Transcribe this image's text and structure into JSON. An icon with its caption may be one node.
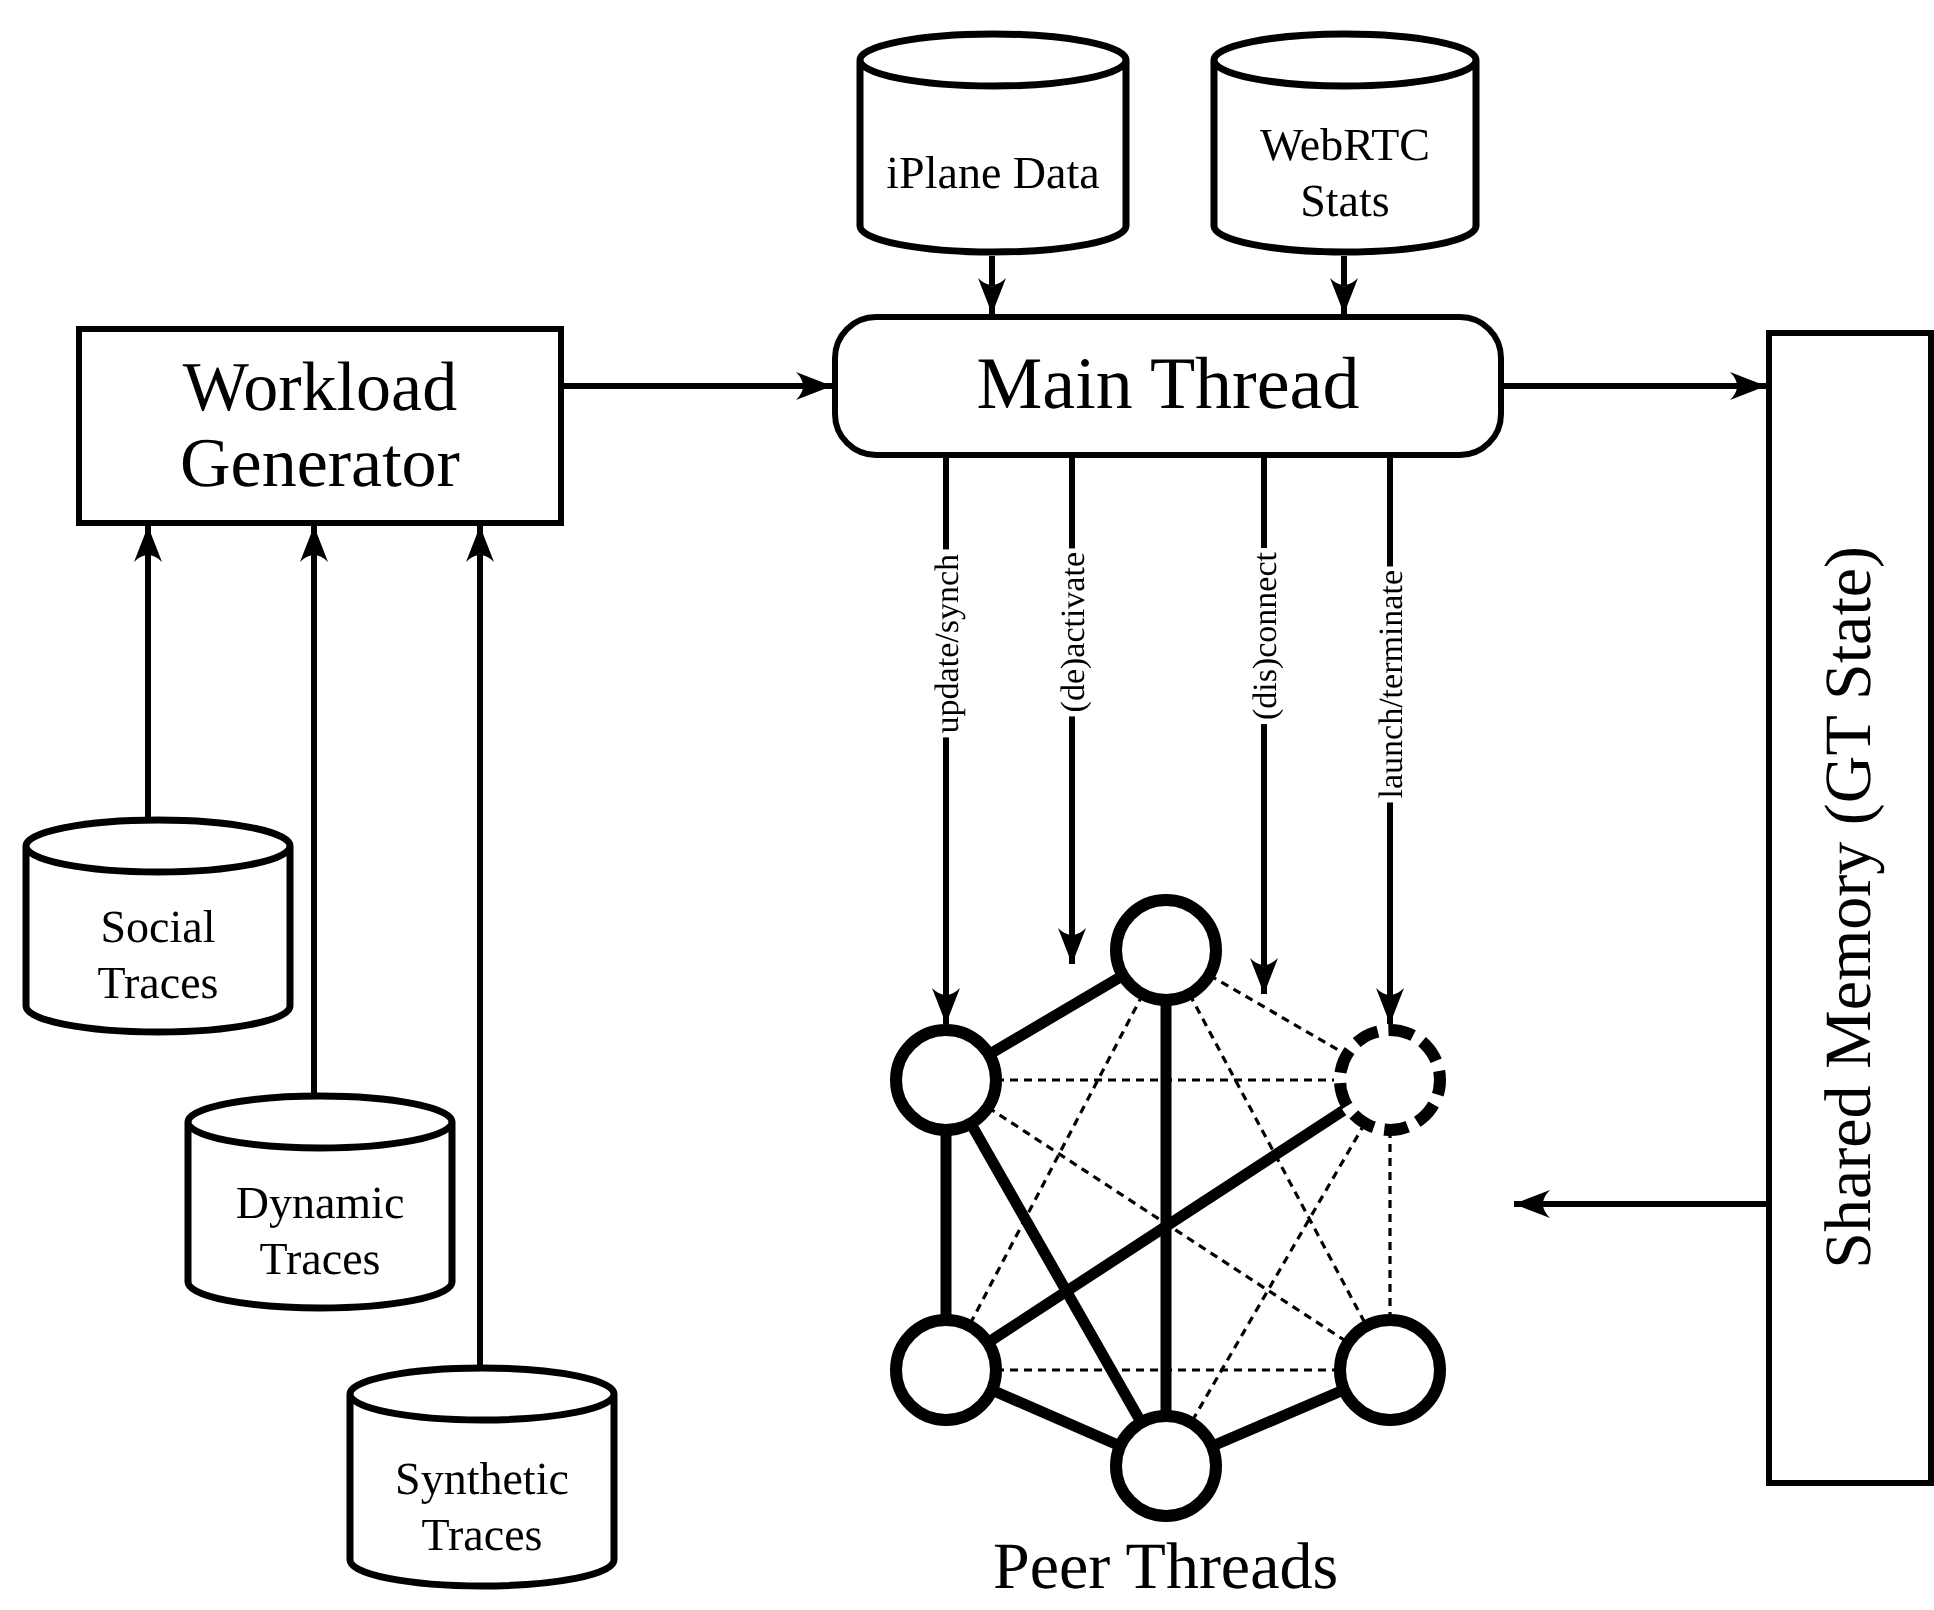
{
  "diagram": {
    "nodes": [
      {
        "text": [
          "iPlane Data"
        ]
      },
      {
        "text": [
          "WebRTC Stats"
        ]
      },
      {
        "text": [
          "Workload Generator"
        ]
      },
      {
        "text": [
          "Main Thread"
        ]
      },
      {
        "text": [
          "Shared Memory (GT State)"
        ]
      },
      {
        "text": [
          "Social Traces"
        ]
      },
      {
        "text": [
          "Dynamic Traces"
        ]
      },
      {
        "text": [
          "Synthetic Traces"
        ]
      },
      {
        "text": [],
        "shape": "circle"
      },
      {
        "text": [],
        "shape": "circle"
      },
      {
        "text": [],
        "shape": "circle"
      },
      {
        "text": [],
        "shape": "circle"
      },
      {
        "text": [],
        "shape": "circle"
      },
      {
        "text": [],
        "shape": "circle"
      }
    ],
    "edges": [
      {
        "from": 0,
        "to": 3,
        "arrow": "to"
      },
      {
        "from": 1,
        "to": 3,
        "arrow": "to"
      },
      {
        "from": 2,
        "to": 3,
        "arrow": "to"
      },
      {
        "from": 3,
        "to": 4,
        "arrow": "to"
      },
      {
        "from": 5,
        "to": 2,
        "arrow": "to"
      },
      {
        "from": 6,
        "to": 2,
        "arrow": "to"
      },
      {
        "from": 7,
        "to": 2,
        "arrow": "to"
      },
      {
        "from": 3,
        "to": 9,
        "arrow": "to",
        "label": "update/synch"
      },
      {
        "from": 3,
        "to": 8,
        "arrow": "to",
        "label": "(de)activate"
      },
      {
        "from": 3,
        "to": 8,
        "arrow": "to",
        "label": "(dis)connect"
      },
      {
        "from": 3,
        "to": 10,
        "arrow": "to",
        "label": "launch/terminate"
      },
      {
        "from": 4,
        "to": null,
        "arrow": "to"
      },
      {
        "from": 9,
        "to": 8,
        "arrow": "none",
        "style": "thick"
      },
      {
        "from": 9,
        "to": 11,
        "arrow": "none",
        "style": "thick"
      },
      {
        "from": 9,
        "to": 13,
        "arrow": "none",
        "style": "thick"
      },
      {
        "from": 8,
        "to": 13,
        "arrow": "none",
        "style": "thick"
      },
      {
        "from": 11,
        "to": 10,
        "arrow": "none",
        "style": "thick"
      },
      {
        "from": 11,
        "to": 13,
        "arrow": "none",
        "style": "thick"
      },
      {
        "from": 12,
        "to": 13,
        "arrow": "none",
        "style": "thick"
      },
      {
        "from": 9,
        "to": 10,
        "arrow": "none",
        "style": "dashed"
      },
      {
        "from": 9,
        "to": 12,
        "arrow": "none",
        "style": "dashed"
      },
      {
        "from": 8,
        "to": 10,
        "arrow": "none",
        "style": "dashed"
      },
      {
        "from": 8,
        "to": 11,
        "arrow": "none",
        "style": "dashed"
      },
      {
        "from": 8,
        "to": 12,
        "arrow": "none",
        "style": "dashed"
      },
      {
        "from": 10,
        "to": 13,
        "arrow": "none",
        "style": "dashed"
      },
      {
        "from": 10,
        "to": 12,
        "arrow": "none",
        "style": "dashed"
      },
      {
        "from": 11,
        "to": 12,
        "arrow": "none",
        "style": "dashed"
      }
    ],
    "labels": [
      "Peer Threads"
    ]
  }
}
